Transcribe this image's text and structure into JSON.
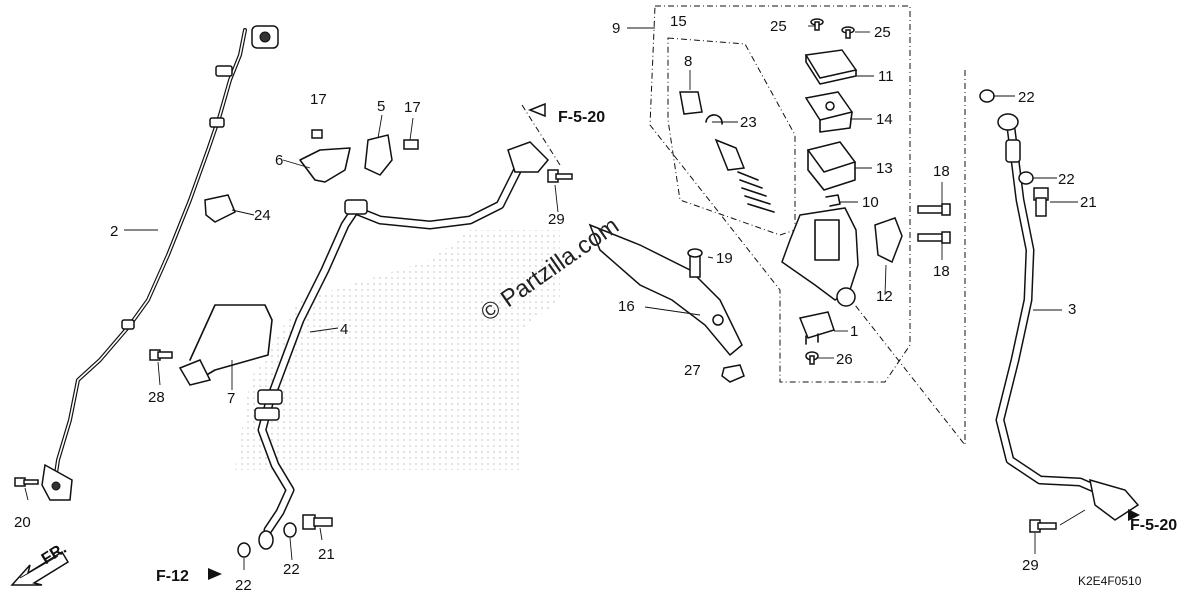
{
  "diagram": {
    "watermark": "© Partzilla.com",
    "part_labels": [
      "1",
      "2",
      "3",
      "4",
      "5",
      "6",
      "7",
      "8",
      "9",
      "10",
      "11",
      "12",
      "13",
      "14",
      "15",
      "16",
      "17",
      "17",
      "18",
      "18",
      "19",
      "20",
      "21",
      "21",
      "22",
      "22",
      "22",
      "22",
      "23",
      "24",
      "25",
      "25",
      "26",
      "27",
      "28",
      "29",
      "29"
    ],
    "references": {
      "f5_20_top": "F-5-20",
      "f5_20_right": "F-5-20",
      "f12": "F-12"
    },
    "front_marker": "FR.",
    "diagram_code": "K2E4F0510"
  }
}
